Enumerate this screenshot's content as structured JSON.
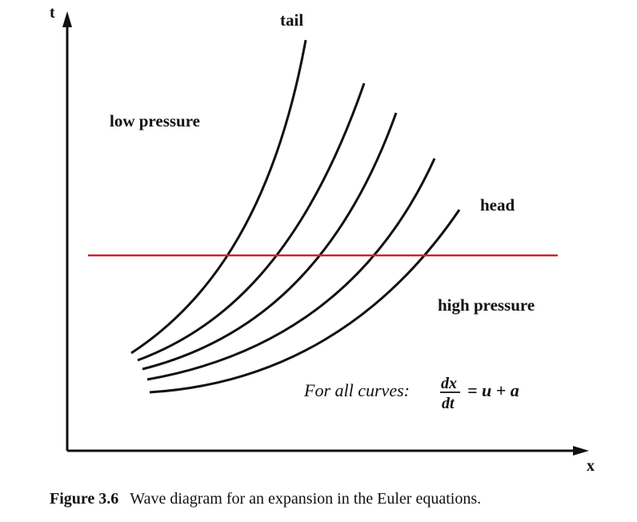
{
  "diagram": {
    "axis_x_label": "x",
    "axis_t_label": "t",
    "labels": {
      "tail": "tail",
      "head": "head",
      "low_pressure": "low pressure",
      "high_pressure": "high pressure"
    },
    "formula": {
      "prefix": "For all curves:",
      "numerator": "dx",
      "denominator": "dt",
      "rhs": "= u + a"
    },
    "colors": {
      "curves": "#111111",
      "horizontal_line": "#d6202a",
      "axes": "#111111"
    },
    "curve_count": 5
  },
  "caption": {
    "number": "Figure 3.6",
    "text": "Wave diagram for an expansion in the Euler equations."
  }
}
